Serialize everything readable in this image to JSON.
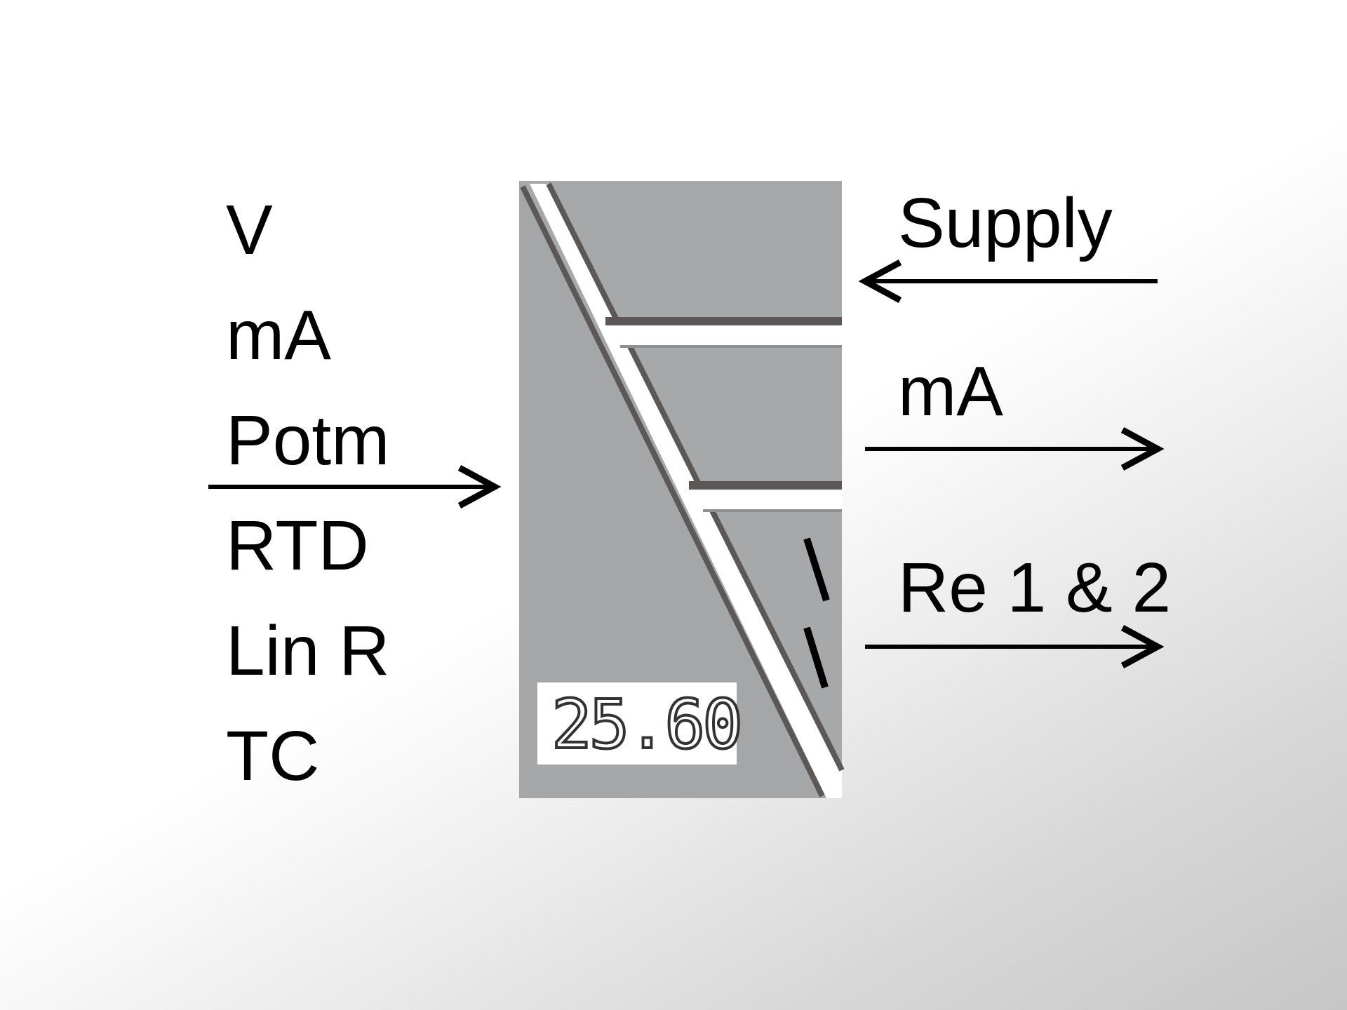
{
  "inputs": {
    "items": [
      "V",
      "mA",
      "Potm",
      "RTD",
      "Lin R",
      "TC"
    ]
  },
  "outputs": {
    "supply": "Supply",
    "ma": "mA",
    "relays": "Re 1 & 2"
  },
  "device": {
    "display_value": "25.60"
  },
  "colors": {
    "device_body": "#a7a8aa",
    "device_edge": "#5c5858",
    "arrow": "#000000",
    "text": "#000000"
  }
}
